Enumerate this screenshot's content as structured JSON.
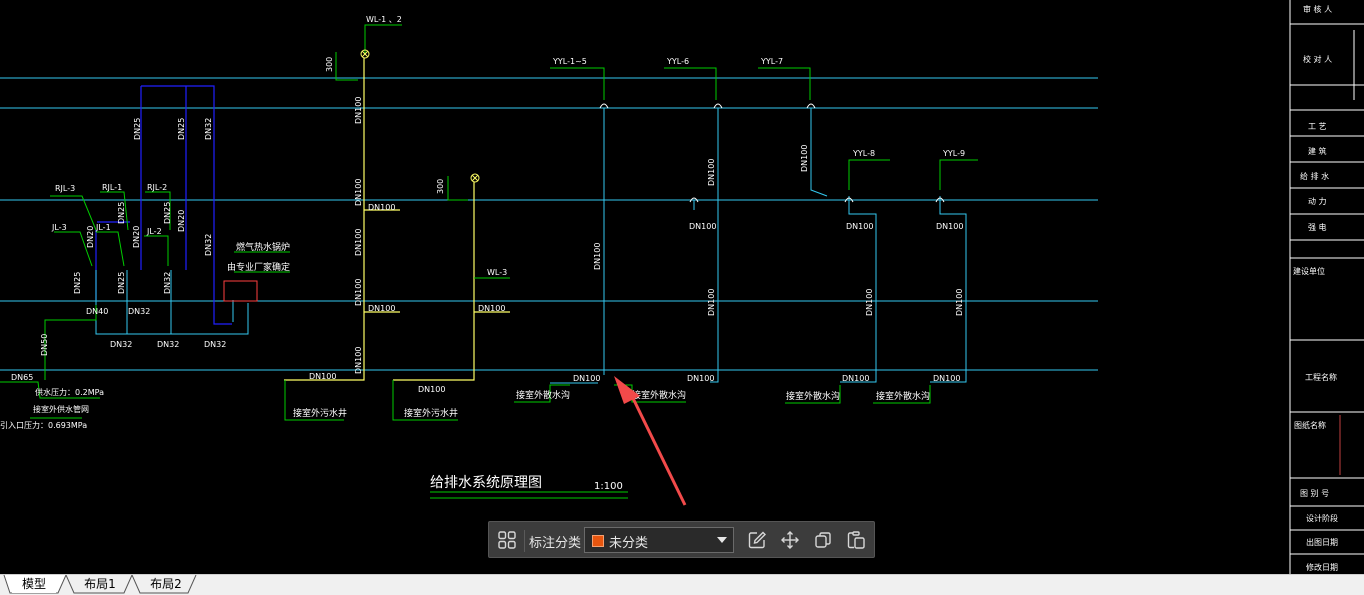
{
  "drawing": {
    "title": "给排水系统原理图",
    "scale": "1:100",
    "risers_top": [
      "WL-1 、2",
      "YYL-1~5",
      "YYL-6",
      "YYL-7",
      "YYL-8",
      "YYL-9",
      "WL-3"
    ],
    "left_labels": [
      "RJL-3",
      "RJL-1",
      "RJL-2",
      "JL-3",
      "JL-1",
      "JL-2"
    ],
    "dn_labels": {
      "dn100": "DN100",
      "dn50": "DN50",
      "dn32": "DN32",
      "dn25": "DN25",
      "dn20": "DN20",
      "dn40": "DN40",
      "dn65": "DN65"
    },
    "dim_300": "300",
    "boiler_label_1": "燃气热水锅炉",
    "boiler_label_2": "由专业厂家确定",
    "drain_labels": {
      "sewage_well": "接室外污水井",
      "rain_ditch": "接室外散水沟"
    },
    "pressure_1": "供水压力：0.2MPa",
    "pressure_2": "接室外供水管网",
    "pressure_3": "引入口压力：0.693MPa"
  },
  "title_block": {
    "rows": [
      "审 核 人",
      "校 对 人",
      "工 艺",
      "建 筑",
      "给 排 水",
      "动 力",
      "强 电",
      "建设单位",
      "工程名称",
      "图纸名称",
      "图 别 号",
      "设计阶段",
      "出图日期",
      "修改日期"
    ]
  },
  "toolbar": {
    "category_label": "标注分类",
    "category_value": "未分类",
    "category_color": "#e8560f"
  },
  "tabs": [
    "模型",
    "布局1",
    "布局2"
  ],
  "colors": {
    "background": "#000000",
    "floor_line": "#33c8f0",
    "supply_pipe": "#1a1aff",
    "leader": "#00cc00",
    "waste_pipe": "#ffff66",
    "annotation_arrow": "#f24a4a"
  }
}
